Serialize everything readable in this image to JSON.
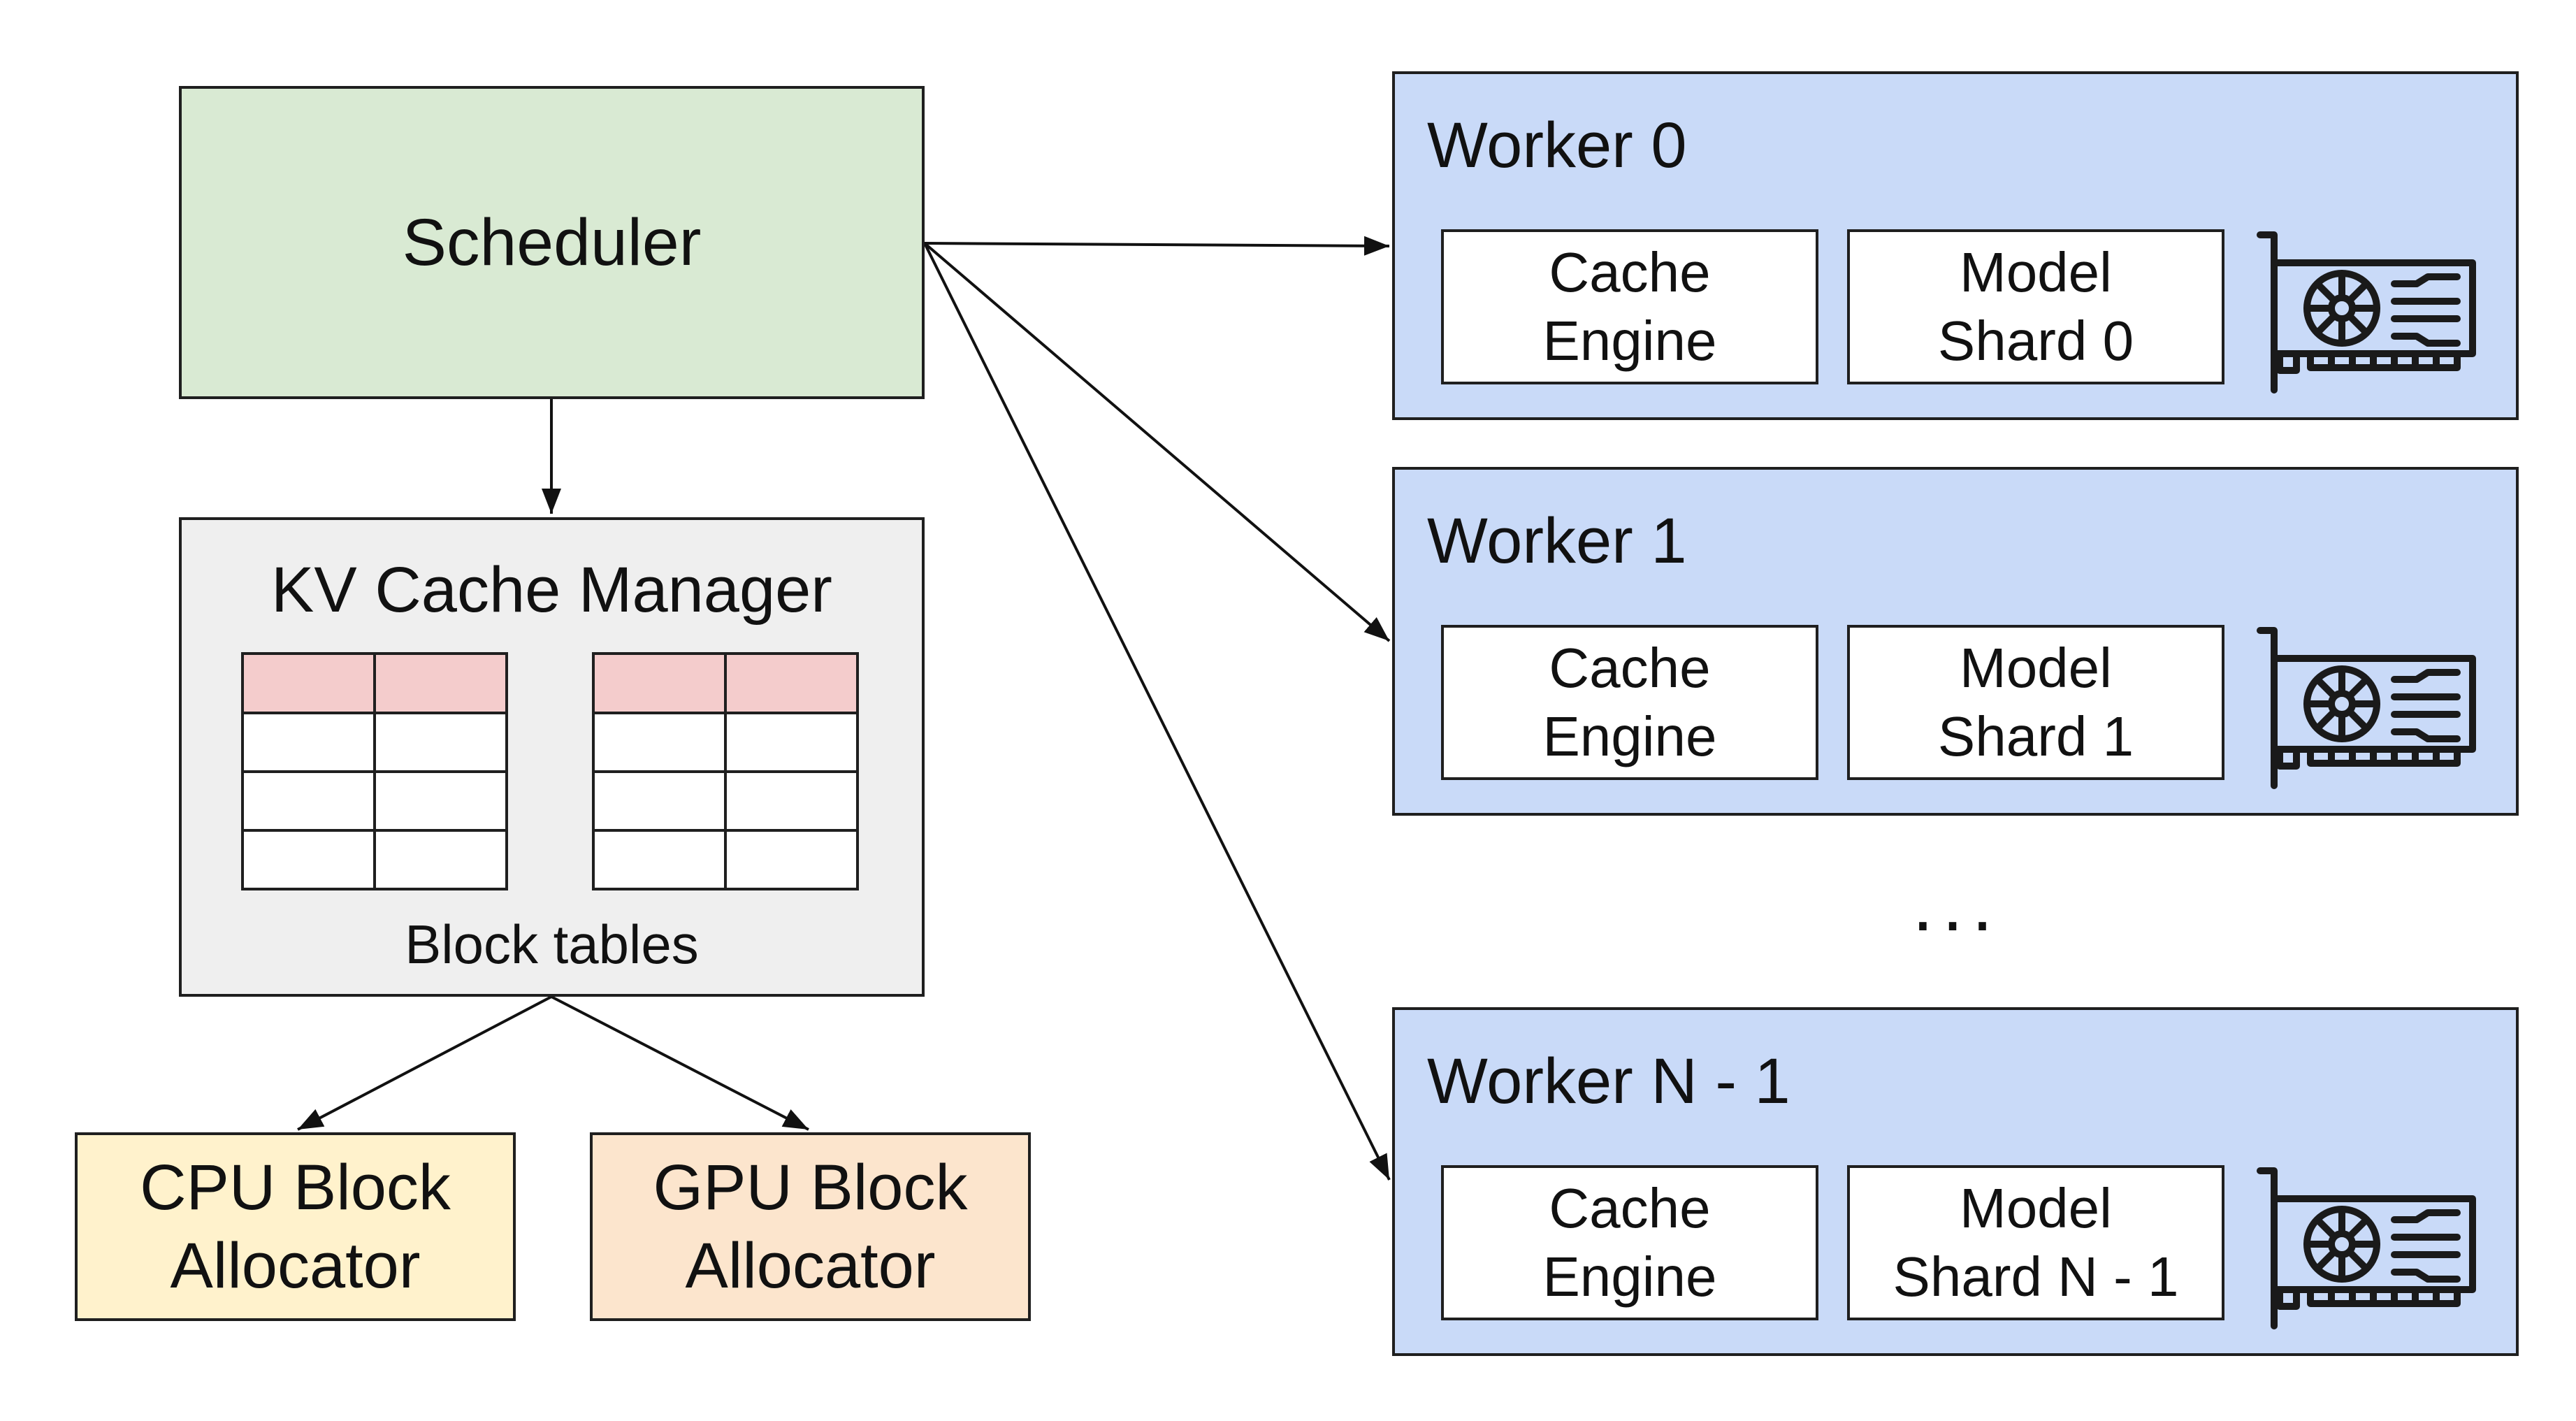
{
  "scheduler": {
    "label": "Scheduler"
  },
  "kv_cache_manager": {
    "title": "KV Cache Manager",
    "block_tables_label": "Block tables"
  },
  "allocators": {
    "cpu": {
      "label_line1": "CPU Block",
      "label_line2": "Allocator"
    },
    "gpu": {
      "label_line1": "GPU Block",
      "label_line2": "Allocator"
    }
  },
  "workers": [
    {
      "title": "Worker 0",
      "cache_line1": "Cache",
      "cache_line2": "Engine",
      "model_line1": "Model",
      "model_line2": "Shard 0"
    },
    {
      "title": "Worker 1",
      "cache_line1": "Cache",
      "cache_line2": "Engine",
      "model_line1": "Model",
      "model_line2": "Shard 1"
    },
    {
      "title": "Worker N - 1",
      "cache_line1": "Cache",
      "cache_line2": "Engine",
      "model_line1": "Model",
      "model_line2": "Shard N - 1"
    }
  ],
  "ellipsis": "...",
  "icons": {
    "worker_icon": "gpu-card-icon"
  },
  "colors": {
    "scheduler_fill": "#d9ead3",
    "kv_fill": "#efefef",
    "table_header_fill": "#f4cccc",
    "cpu_fill": "#fff2cc",
    "gpu_fill": "#fce5cd",
    "worker_fill": "#c9daf8"
  }
}
